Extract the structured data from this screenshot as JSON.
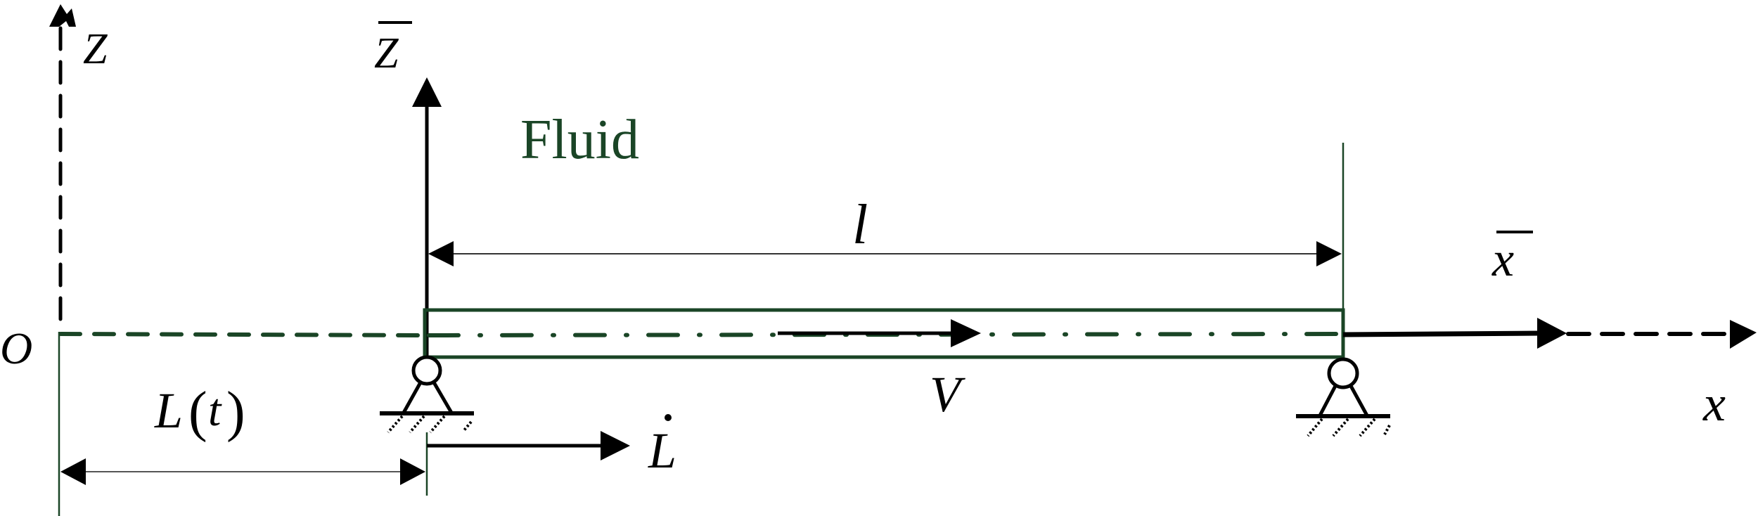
{
  "diagram": {
    "title": "Axially moving pipe conveying fluid with supports",
    "colors": {
      "black": "#000000",
      "green": "#1a4526",
      "gray": "#555555"
    },
    "labels": {
      "z_axis": "Z",
      "z_bar_axis": "Z",
      "origin": "O",
      "fluid": "Fluid",
      "length": "l",
      "x_bar_axis": "x",
      "x_axis": "x",
      "velocity": "V",
      "position": "L(t)",
      "position_L": "L",
      "position_open": "(",
      "position_t": "t",
      "position_close": ")",
      "velocity_L_dot": "L"
    },
    "elements": [
      {
        "name": "Z axis",
        "type": "dashed-arrow",
        "direction": "up"
      },
      {
        "name": "Z-bar axis",
        "type": "solid-arrow",
        "direction": "up"
      },
      {
        "name": "X axis",
        "type": "dashed-arrow",
        "direction": "right"
      },
      {
        "name": "X-bar axis",
        "type": "solid-arrow",
        "direction": "right"
      },
      {
        "name": "pipe",
        "type": "rectangle",
        "centerline": "dash-dot"
      },
      {
        "name": "left pinned support",
        "type": "pin-support"
      },
      {
        "name": "right pinned support",
        "type": "pin-support"
      },
      {
        "name": "fluid velocity V",
        "type": "arrow"
      },
      {
        "name": "axial speed L-dot",
        "type": "arrow"
      },
      {
        "name": "span l",
        "type": "dimension"
      },
      {
        "name": "distance L(t)",
        "type": "dimension"
      }
    ]
  }
}
